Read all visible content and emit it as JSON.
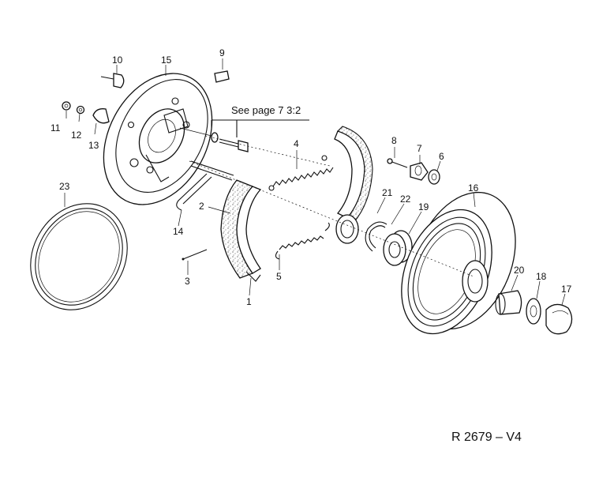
{
  "diagram": {
    "labels": [
      {
        "id": "10",
        "text": "10"
      },
      {
        "id": "15",
        "text": "15"
      },
      {
        "id": "9",
        "text": "9"
      },
      {
        "id": "11",
        "text": "11"
      },
      {
        "id": "12",
        "text": "12"
      },
      {
        "id": "13",
        "text": "13"
      },
      {
        "id": "4",
        "text": "4"
      },
      {
        "id": "8",
        "text": "8"
      },
      {
        "id": "7",
        "text": "7"
      },
      {
        "id": "6",
        "text": "6"
      },
      {
        "id": "16",
        "text": "16"
      },
      {
        "id": "23",
        "text": "23"
      },
      {
        "id": "2",
        "text": "2"
      },
      {
        "id": "14",
        "text": "14"
      },
      {
        "id": "21",
        "text": "21"
      },
      {
        "id": "22",
        "text": "22"
      },
      {
        "id": "19",
        "text": "19"
      },
      {
        "id": "5",
        "text": "5"
      },
      {
        "id": "3",
        "text": "3"
      },
      {
        "id": "1",
        "text": "1"
      },
      {
        "id": "20",
        "text": "20"
      },
      {
        "id": "18",
        "text": "18"
      },
      {
        "id": "17",
        "text": "17"
      }
    ],
    "note": "See page 7 3:2",
    "reference": "R 2679 – V4"
  }
}
